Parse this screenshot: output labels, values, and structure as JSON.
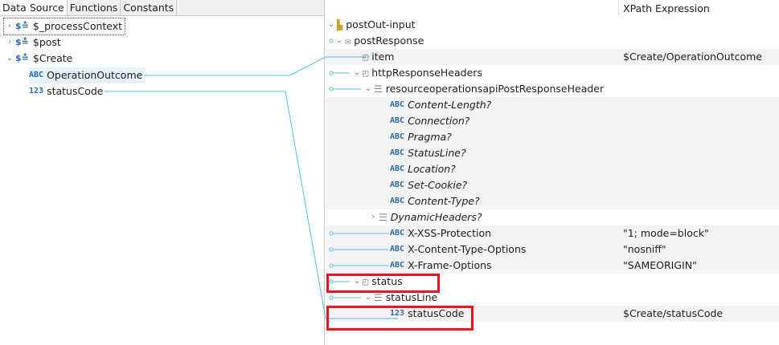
{
  "tabs": [
    "Data Source",
    "Functions",
    "Constants"
  ],
  "source_tree": [
    {
      "label": "$_processContext",
      "icon": "variable-icon"
    },
    {
      "label": "$post",
      "icon": "variable-icon"
    },
    {
      "label": "$Create",
      "icon": "variable-icon"
    },
    {
      "label": "OperationOutcome",
      "icon": "ABC"
    },
    {
      "label": "statusCode",
      "icon": "123"
    }
  ],
  "column_header": "XPath Expression",
  "target_tree": [
    {
      "label": "postOut-input",
      "value": ""
    },
    {
      "label": "postResponse",
      "value": ""
    },
    {
      "label": "item",
      "value": "$Create/OperationOutcome"
    },
    {
      "label": "httpResponseHeaders",
      "value": ""
    },
    {
      "label": "resourceoperationsapiPostResponseHeader",
      "value": ""
    },
    {
      "label": "Content-Length?",
      "value": ""
    },
    {
      "label": "Connection?",
      "value": ""
    },
    {
      "label": "Pragma?",
      "value": ""
    },
    {
      "label": "StatusLine?",
      "value": ""
    },
    {
      "label": "Location?",
      "value": ""
    },
    {
      "label": "Set-Cookie?",
      "value": ""
    },
    {
      "label": "Content-Type?",
      "value": ""
    },
    {
      "label": "DynamicHeaders?",
      "value": ""
    },
    {
      "label": "X-XSS-Protection",
      "value": "\"1; mode=block\""
    },
    {
      "label": "X-Content-Type-Options",
      "value": "\"nosniff\""
    },
    {
      "label": "X-Frame-Options",
      "value": "\"SAMEORIGIN\""
    },
    {
      "label": "status",
      "value": ""
    },
    {
      "label": "statusLine",
      "value": ""
    },
    {
      "label": "statusCode",
      "value": "$Create/statusCode"
    }
  ],
  "icons": {
    "abc": "ABC",
    "num": "123"
  },
  "colors": {
    "link": "#4fc1d9",
    "highlight": "#e8151f",
    "stripe": "#f3f3f3"
  }
}
